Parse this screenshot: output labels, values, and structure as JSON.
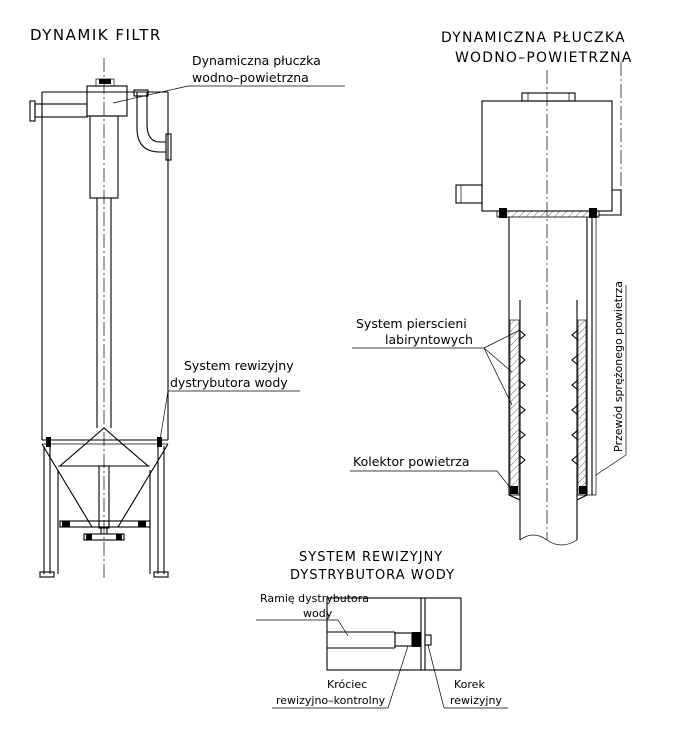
{
  "titles": {
    "left": "DYNAMIK FILTR",
    "right_line1": "DYNAMICZNA PŁUCZKA",
    "right_line2": "WODNO–POWIETRZNA",
    "bottom_line1": "SYSTEM REWIZYJNY",
    "bottom_line2": "DYSTRYBUTORA WODY"
  },
  "labels": {
    "pluczka_line1": "Dynamiczna płuczka",
    "pluczka_line2": "wodno–powietrzna",
    "rewizyjny_line1": "System rewizyjny",
    "rewizyjny_line2": "dystrybutora wody",
    "pierscieni_line1": "System pierscieni",
    "pierscieni_line2": "labiryntowych",
    "kolektor": "Kolektor powietrza",
    "przewod": "Przewód sprężonego powietrza",
    "ramie_line1": "Ramię dystrybutora",
    "ramie_line2": "wody",
    "krociec_line1": "Króciec",
    "krociec_line2": "rewizyjno–kontrolny",
    "korek_line1": "Korek",
    "korek_line2": "rewizyjny"
  }
}
